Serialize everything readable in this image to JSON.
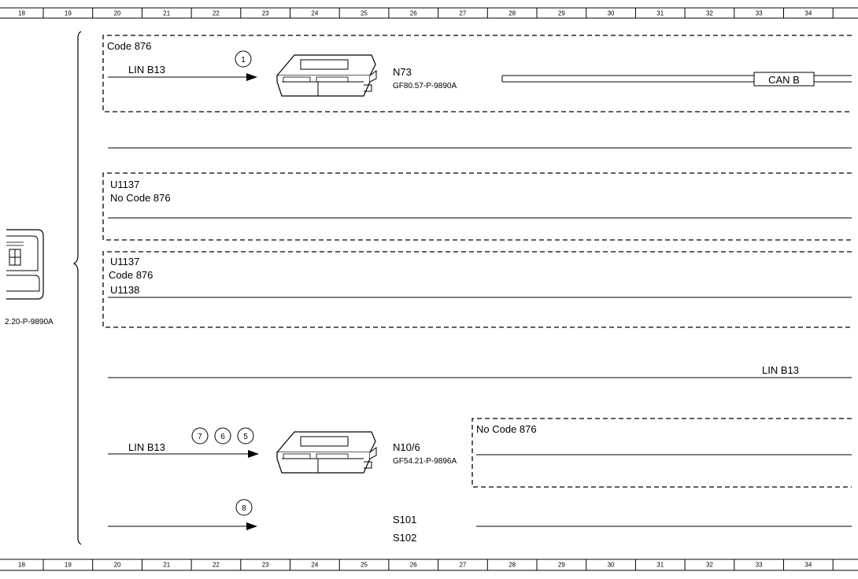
{
  "ruler": {
    "columns": [
      "18",
      "19",
      "20",
      "21",
      "22",
      "23",
      "24",
      "25",
      "26",
      "27",
      "28",
      "29",
      "30",
      "31",
      "32",
      "33",
      "34"
    ]
  },
  "left_component": {
    "code": "2.20-P-9890A"
  },
  "group1": {
    "condition": "Code 876",
    "signal": "LIN B13",
    "callout": "1",
    "module": "N73",
    "module_code": "GF80.57-P-9890A",
    "bus": "CAN B"
  },
  "group2": {
    "fault": "U1137",
    "condition": "No Code 876"
  },
  "group3": {
    "fault1": "U1137",
    "condition": "Code 876",
    "fault2": "U1138"
  },
  "right_signal": "LIN B13",
  "group4": {
    "signal": "LIN B13",
    "callouts": [
      "7",
      "6",
      "5"
    ],
    "module": "N10/6",
    "module_code": "GF54.21-P-9896A",
    "condition": "No Code 876"
  },
  "group5": {
    "callout": "8",
    "switch1": "S101",
    "switch2": "S102"
  },
  "colors": {
    "line": "#000000",
    "background": "#ffffff"
  }
}
